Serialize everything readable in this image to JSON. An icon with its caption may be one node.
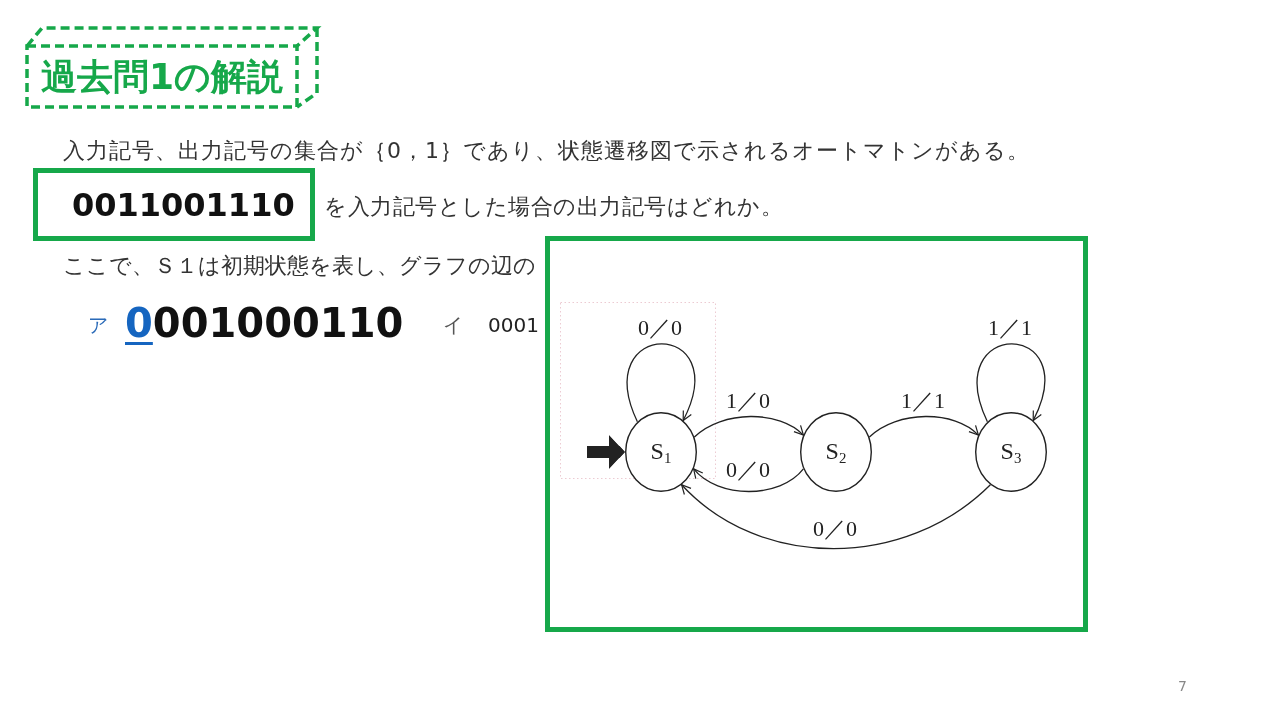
{
  "diagram": {
    "title": "過去問1の解説",
    "nodes": [
      {
        "text": [
          "0011001110"
        ]
      },
      {
        "text": [],
        "shape": "box"
      },
      {
        "text": [
          "S$_{1}$"
        ],
        "in": 1
      },
      {
        "text": [
          "S$_{2}$"
        ],
        "in": 1
      },
      {
        "text": [
          "S$_{3}$"
        ],
        "in": 1
      }
    ],
    "edges": [
      {
        "from": null,
        "to": 2,
        "arrow": "to",
        "style": "thick"
      },
      {
        "from": 2,
        "to": 2,
        "arrow": "to",
        "label": "0／0"
      },
      {
        "from": 2,
        "to": 3,
        "arrow": "to",
        "label": "1／0"
      },
      {
        "from": 3,
        "to": 2,
        "arrow": "to",
        "label": "0／0"
      },
      {
        "from": 3,
        "to": 4,
        "arrow": "to",
        "label": "1／1"
      },
      {
        "from": 4,
        "to": 4,
        "arrow": "to",
        "label": "1／1"
      },
      {
        "from": 4,
        "to": 2,
        "arrow": "to",
        "label": "0／0"
      }
    ],
    "labels": [
      "入力記号、出力記号の集合が｛0，1｝であり、状態遷移図で示されるオートマトンがある。",
      "を入力記号とした場合の出力記号はどれか。",
      "ここで、Ｓ１は初期状態を表し、グラフの辺の",
      "ア",
      "0001000110",
      "イ",
      "0001",
      "7"
    ]
  }
}
